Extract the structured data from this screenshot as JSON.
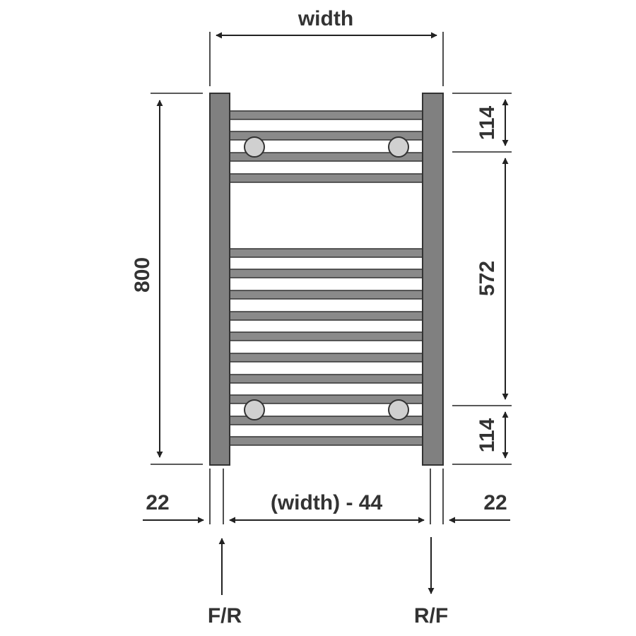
{
  "labels": {
    "width": "width",
    "height": "800",
    "top_gap": "114",
    "middle_gap": "572",
    "bottom_gap": "114",
    "left_offset": "22",
    "right_offset": "22",
    "inner_width": "(width) - 44",
    "left_connection": "F/R",
    "right_connection": "R/F"
  },
  "colors": {
    "rail": "#808080",
    "bar": "#8a8a8a",
    "bracket": "#d0d0d0",
    "line": "#222222",
    "text": "#333333"
  },
  "icons": {
    "arrowhead": "arrowhead-icon"
  }
}
